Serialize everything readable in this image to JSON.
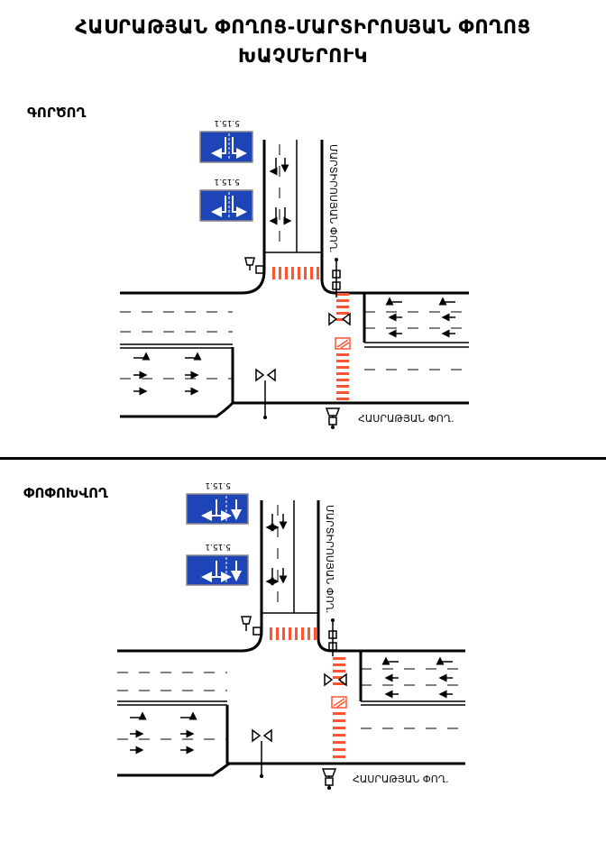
{
  "title": {
    "line1": "ՀԱՍՐԱԹՅԱՆ ՓՈՂՈՑ-ՄԱՐՏԻՐՈՍՅԱՆ ՓՈՂՈՑ",
    "line2": "ԽԱՉՄԵՐՈՒԿ"
  },
  "sections": [
    {
      "label": "ԳՈՐԾՈՂ",
      "sign_code_1": "5.15.1",
      "sign_code_2": "5.15.1",
      "street_vertical": "ՄԱՐՏԻՐՈՍՅԱՆ ՓՈՂ.",
      "street_horizontal": "ՀԱՍՐԱԹՅԱՆ ՓՈՂ."
    },
    {
      "label": "ՓՈՓՈԽՎՈՂ",
      "sign_code_1": "5.15.1",
      "sign_code_2": "5.15.1",
      "street_vertical": "ՄԱՐՏԻՐՈՍՅԱՆ ՓՈՂ.",
      "street_horizontal": "ՀԱՍՐԱԹՅԱՆ ՓՈՂ."
    }
  ],
  "colors": {
    "sign_blue": "#1d45b8",
    "crosswalk": "#ff5533",
    "road_line": "#000000"
  }
}
